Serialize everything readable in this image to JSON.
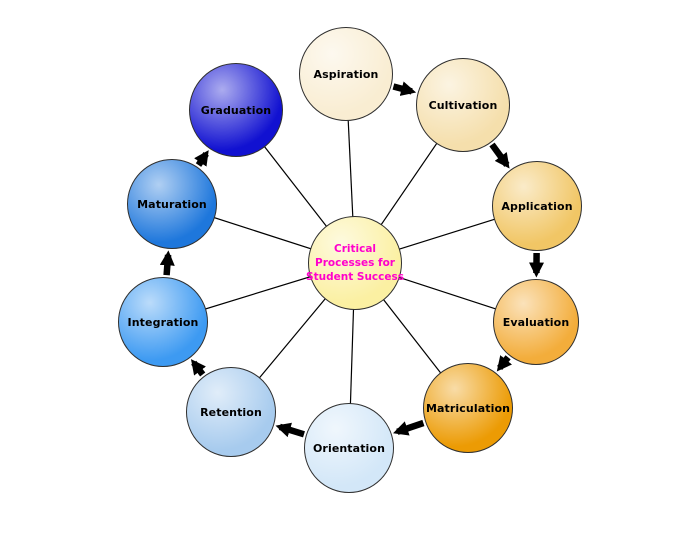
{
  "diagram": {
    "type": "radial-cycle",
    "title": "Critical Processes for Student Success"
  },
  "center": {
    "lines": [
      "Critical",
      "Processes for",
      "Student Success"
    ],
    "full_text": "Critical Processes for Student Success",
    "fill": "#fbf0a2",
    "text_color": "#ff00cc"
  },
  "nodes": [
    {
      "label": "Aspiration",
      "color": "#f9edd2"
    },
    {
      "label": "Cultivation",
      "color": "#f5dfac"
    },
    {
      "label": "Application",
      "color": "#f1c665"
    },
    {
      "label": "Evaluation",
      "color": "#f3ad3b"
    },
    {
      "label": "Matriculation",
      "color": "#ec9b04"
    },
    {
      "label": "Orientation",
      "color": "#d3e7f8"
    },
    {
      "label": "Retention",
      "color": "#a7cbee"
    },
    {
      "label": "Integration",
      "color": "#3d9af2"
    },
    {
      "label": "Maturation",
      "color": "#1e77dc"
    },
    {
      "label": "Graduation",
      "color": "#1111d1"
    }
  ],
  "flow": [
    {
      "from": "Aspiration",
      "to": "Cultivation"
    },
    {
      "from": "Cultivation",
      "to": "Application"
    },
    {
      "from": "Application",
      "to": "Evaluation"
    },
    {
      "from": "Evaluation",
      "to": "Matriculation"
    },
    {
      "from": "Matriculation",
      "to": "Orientation"
    },
    {
      "from": "Orientation",
      "to": "Retention"
    },
    {
      "from": "Retention",
      "to": "Integration"
    },
    {
      "from": "Integration",
      "to": "Maturation"
    },
    {
      "from": "Maturation",
      "to": "Graduation"
    }
  ],
  "arrow_color": "#000000",
  "spoke_color": "#000000"
}
